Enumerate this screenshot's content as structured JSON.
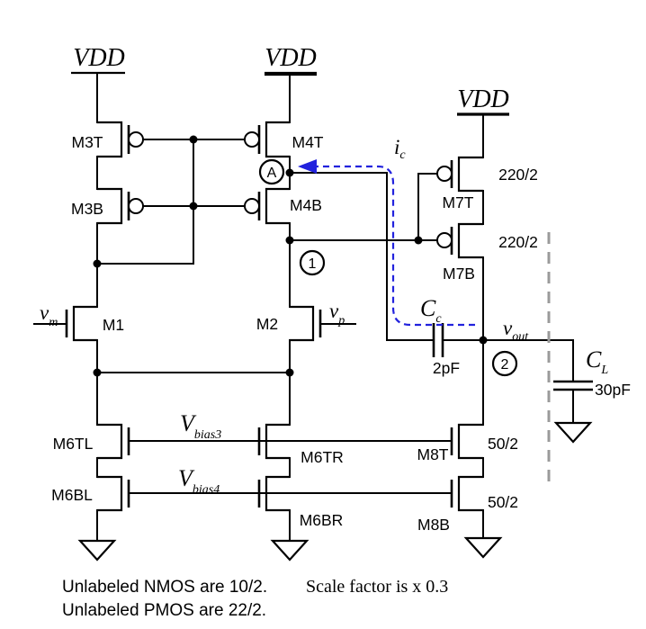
{
  "diagram": {
    "supplies": {
      "left": "VDD",
      "middle": "VDD",
      "right": "VDD"
    },
    "transistors": {
      "m3t": "M3T",
      "m3b": "M3B",
      "m4t": "M4T",
      "m4b": "M4B",
      "m1": "M1",
      "m2": "M2",
      "m6tl": "M6TL",
      "m6bl": "M6BL",
      "m6tr": "M6TR",
      "m6br": "M6BR",
      "m7t": "M7T",
      "m7b": "M7B",
      "m8t": "M8T",
      "m8b": "M8B"
    },
    "sizes": {
      "m7t": "220/2",
      "m7b": "220/2",
      "m8t": "50/2",
      "m8b": "50/2"
    },
    "signals": {
      "vm": {
        "base": "v",
        "sub": "m"
      },
      "vp": {
        "base": "v",
        "sub": "p"
      },
      "vout": {
        "base": "v",
        "sub": "out"
      },
      "ic": {
        "base": "i",
        "sub": "c"
      }
    },
    "bias": {
      "b3": {
        "base": "V",
        "sub": "bias3"
      },
      "b4": {
        "base": "V",
        "sub": "bias4"
      }
    },
    "capacitors": {
      "cc": {
        "base": "C",
        "sub": "c",
        "value": "2pF"
      },
      "cl": {
        "base": "C",
        "sub": "L",
        "value": "30pF"
      }
    },
    "nodes": {
      "a": "A",
      "n1": "1",
      "n2": "2"
    },
    "notes": {
      "nmos": "Unlabeled NMOS are 10/2.",
      "pmos": "Unlabeled PMOS are 22/2.",
      "scale": "Scale factor is x 0.3"
    },
    "colors": {
      "current_path": "#2222dd",
      "cut_line": "#9a9a9a"
    }
  }
}
